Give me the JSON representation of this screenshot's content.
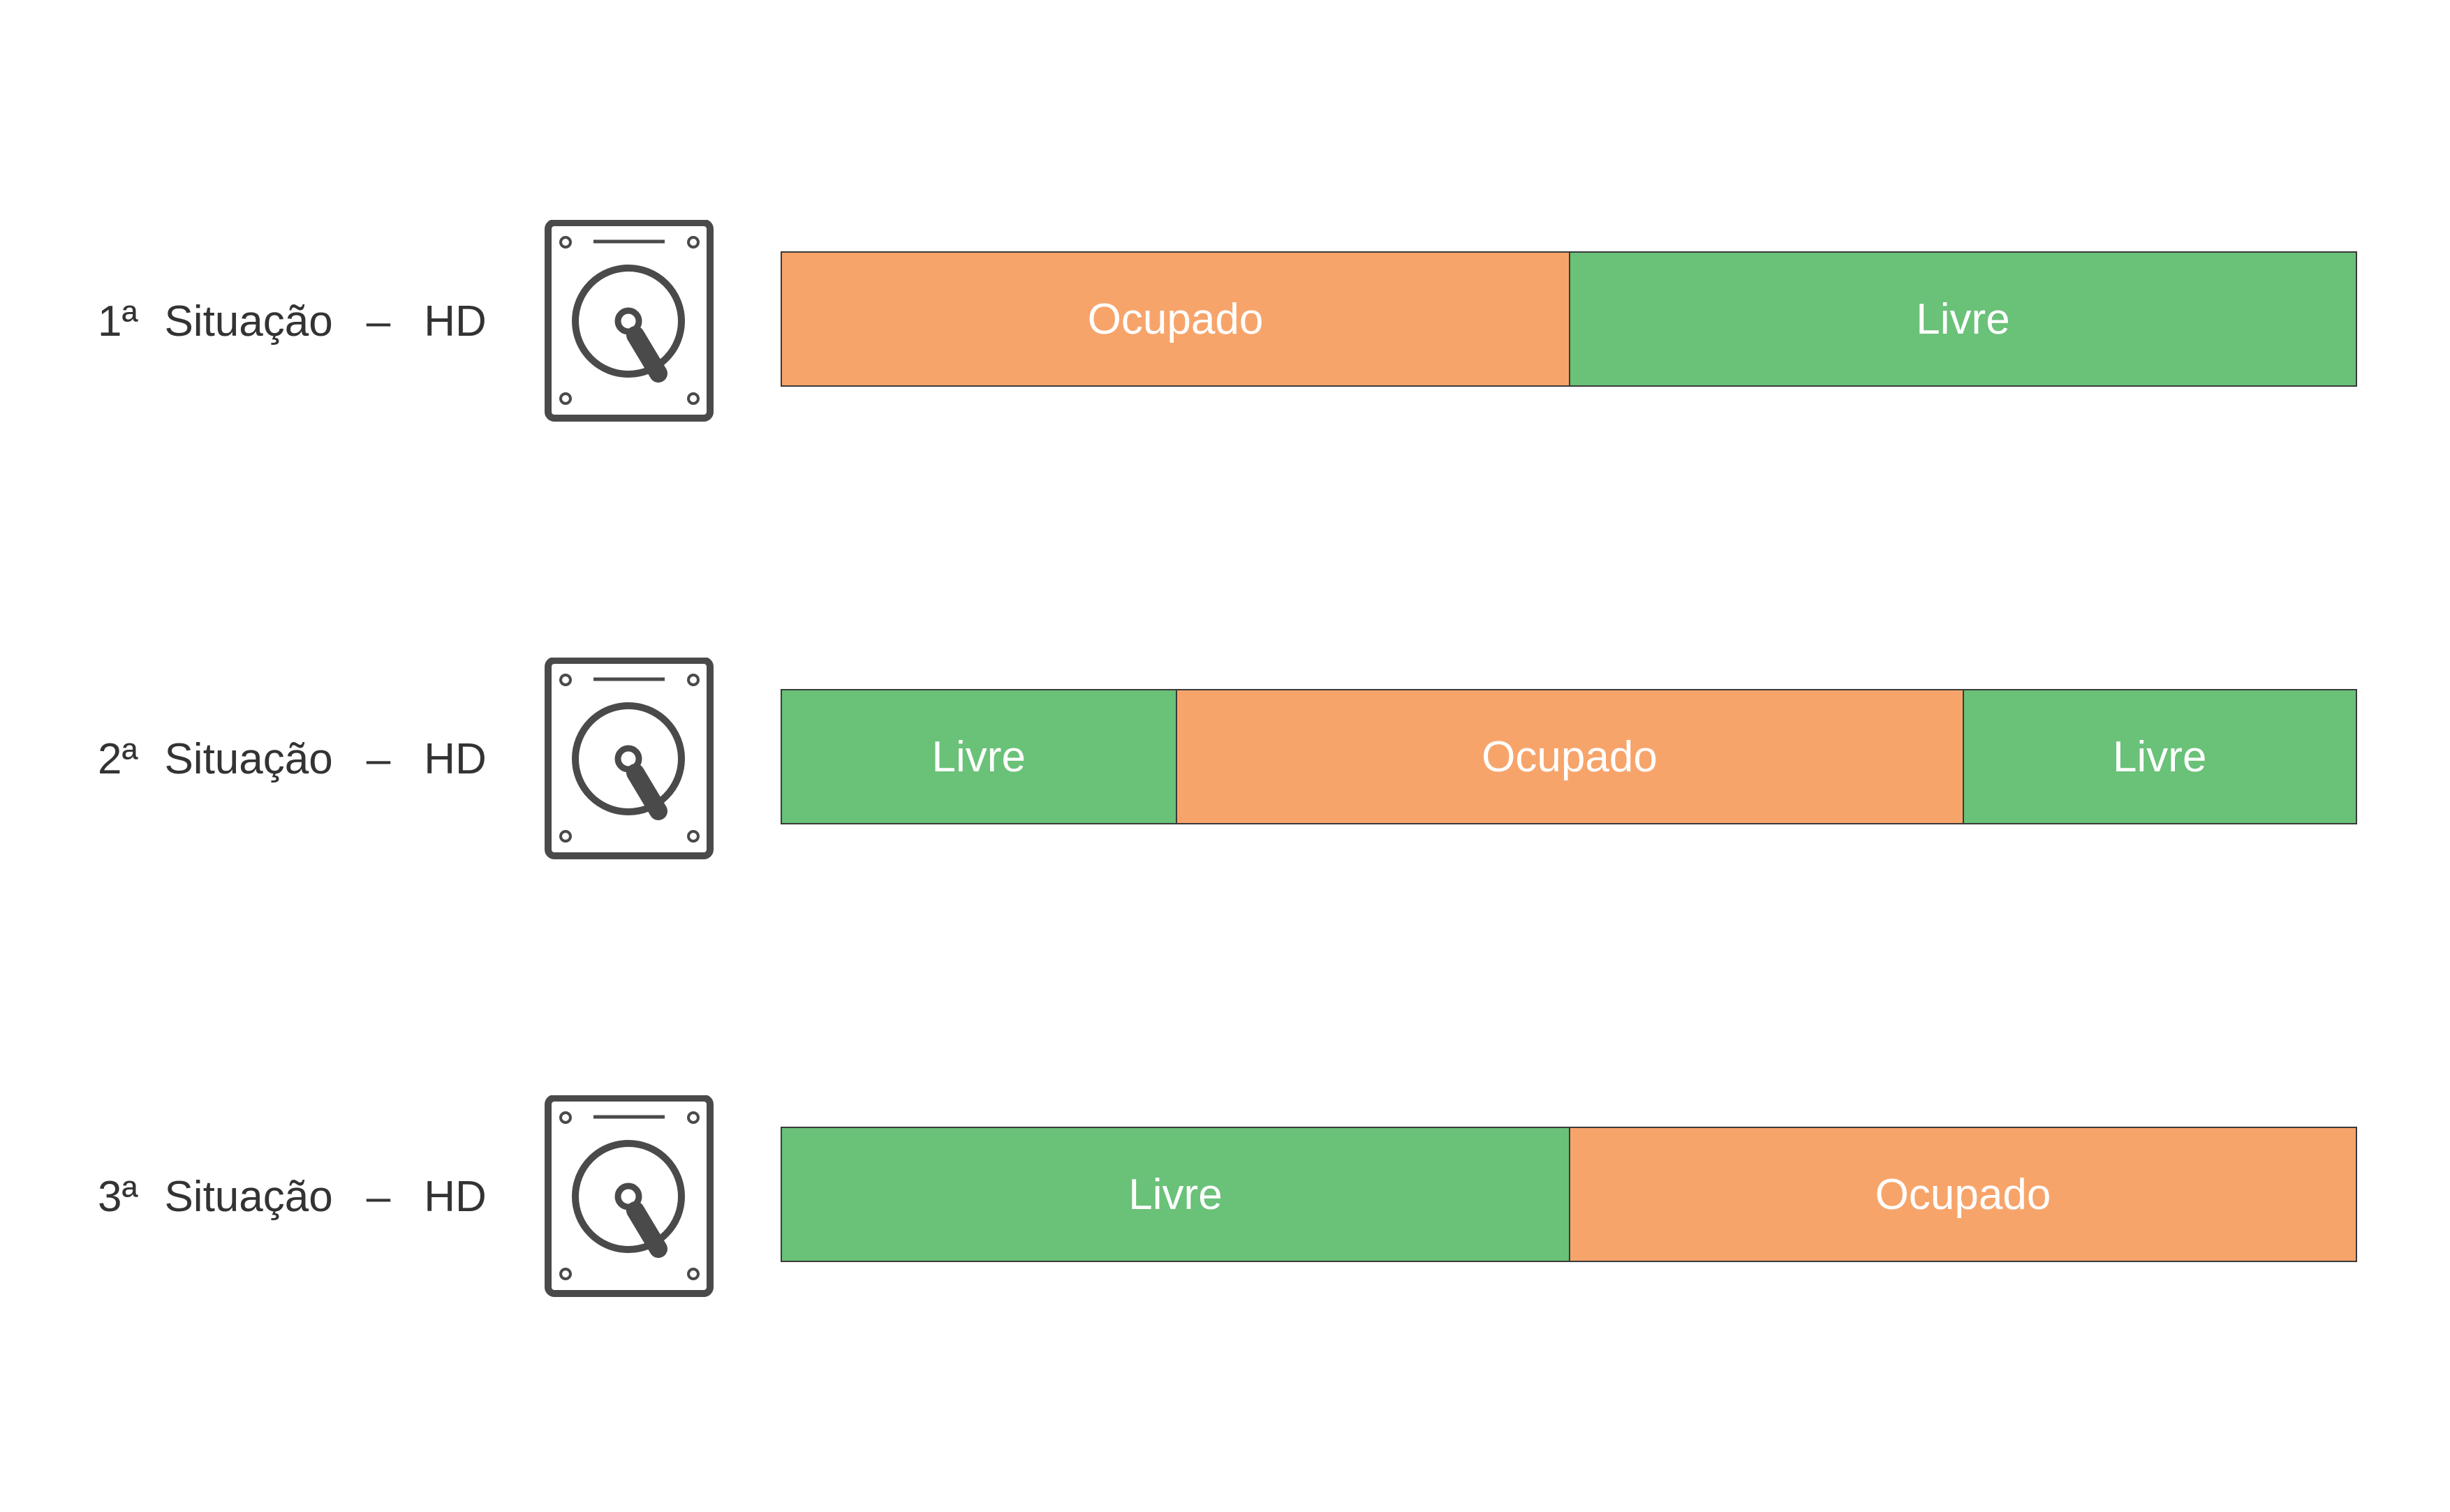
{
  "colors": {
    "ocupado": "#F7A46B",
    "livre": "#6AC178",
    "text_dark": "#333333",
    "icon": "#4A4A4A"
  },
  "icon_name": "hard-drive-icon",
  "rows": [
    {
      "number": "1ª",
      "word": "Situação",
      "dash": "–",
      "device": "HD",
      "segments": [
        {
          "label": "Ocupado",
          "state": "ocupado",
          "fraction": 0.5
        },
        {
          "label": "Livre",
          "state": "livre",
          "fraction": 0.5
        }
      ]
    },
    {
      "number": "2ª",
      "word": "Situação",
      "dash": "–",
      "device": "HD",
      "segments": [
        {
          "label": "Livre",
          "state": "livre",
          "fraction": 0.25
        },
        {
          "label": "Ocupado",
          "state": "ocupado",
          "fraction": 0.5
        },
        {
          "label": "Livre",
          "state": "livre",
          "fraction": 0.25
        }
      ]
    },
    {
      "number": "3ª",
      "word": "Situação",
      "dash": "–",
      "device": "HD",
      "segments": [
        {
          "label": "Livre",
          "state": "livre",
          "fraction": 0.5
        },
        {
          "label": "Ocupado",
          "state": "ocupado",
          "fraction": 0.5
        }
      ]
    }
  ]
}
